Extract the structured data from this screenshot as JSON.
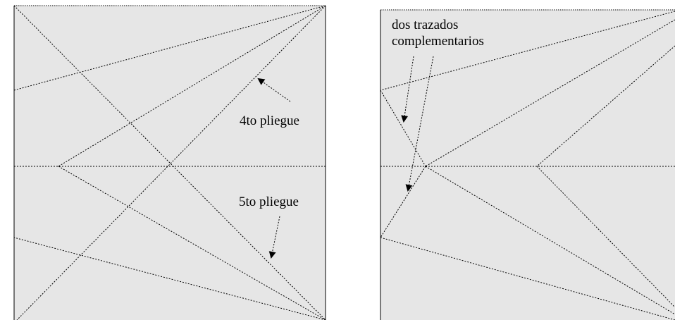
{
  "left_panel": {
    "labels": {
      "fold4": "4to pliegue",
      "fold5": "5to pliegue"
    }
  },
  "right_panel": {
    "labels": {
      "line1": "dos trazados",
      "line2": "complementarios"
    }
  },
  "colors": {
    "paper": "#e6e6e6",
    "border": "#000000",
    "fold_line": "#000000"
  }
}
